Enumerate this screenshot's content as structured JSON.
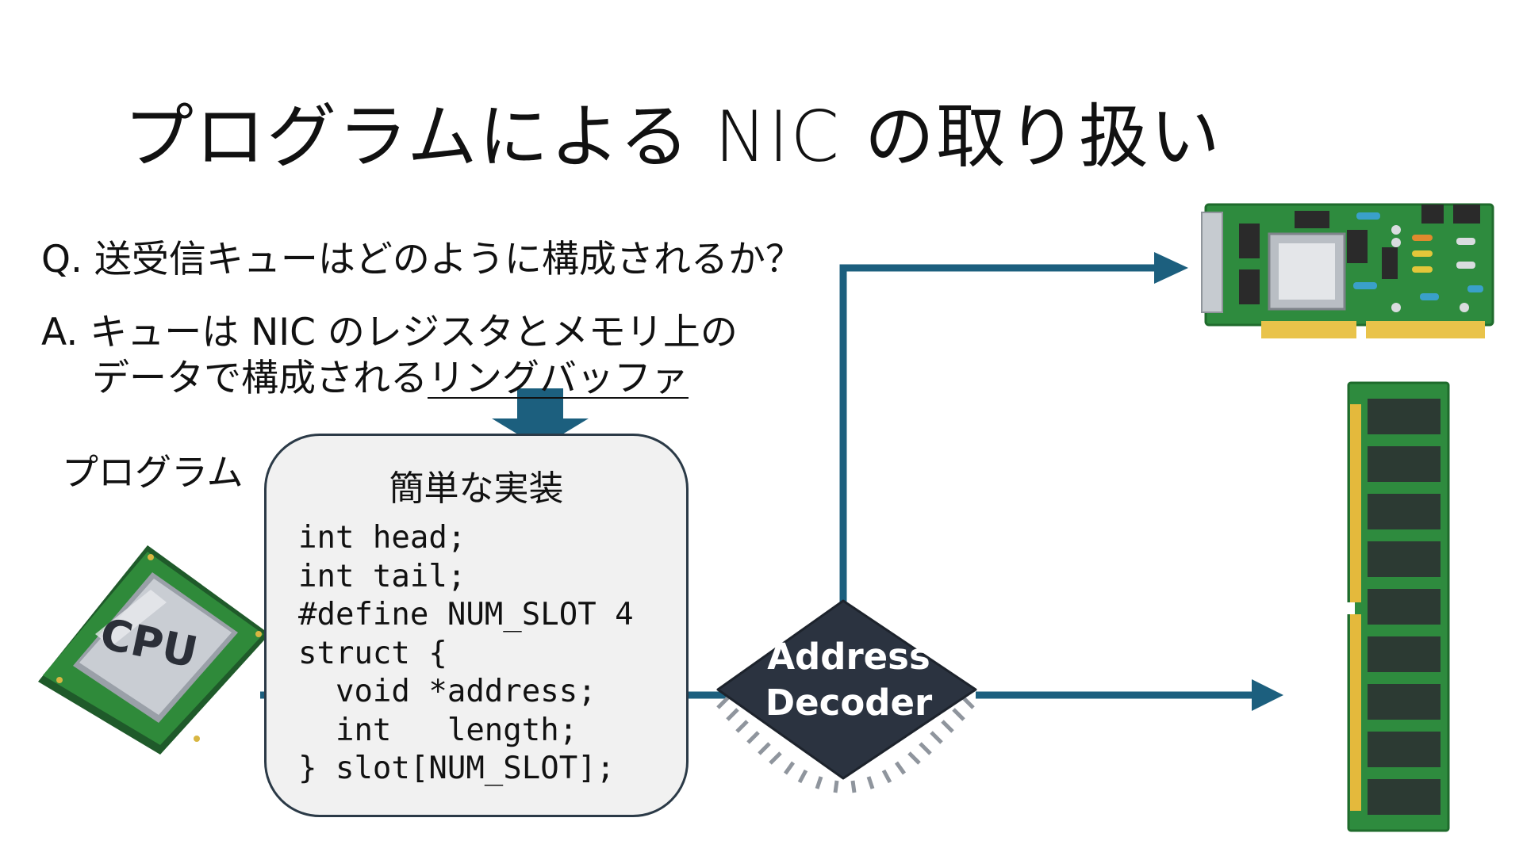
{
  "title": "プログラムによる NIC の取り扱い",
  "question": "Q. 送受信キューはどのように構成されるか？",
  "answer": {
    "line1": "A. キューは NIC のレジスタとメモリ上の",
    "line2_plain": "データで構成される",
    "line2_underlined": "リングバッファ"
  },
  "program_label": "プログラム",
  "code_box": {
    "title": "簡単な実装",
    "code_lines": [
      "int head;",
      "int tail;",
      "#define NUM_SLOT 4",
      "struct {",
      "  void *address;",
      "  int   length;",
      "} slot[NUM_SLOT];"
    ]
  },
  "cpu_chip_text": "CPU",
  "decoder": {
    "line1": "Address",
    "line2": "Decoder"
  },
  "colors": {
    "arrow": "#1c5f7e",
    "chip": "#2b3340",
    "pcb": "#2e8b3e",
    "code_bg": "#f1f1f1"
  },
  "icons": [
    "cpu-chip-icon",
    "nic-card-icon",
    "memory-module-icon",
    "address-decoder-chip-icon"
  ]
}
